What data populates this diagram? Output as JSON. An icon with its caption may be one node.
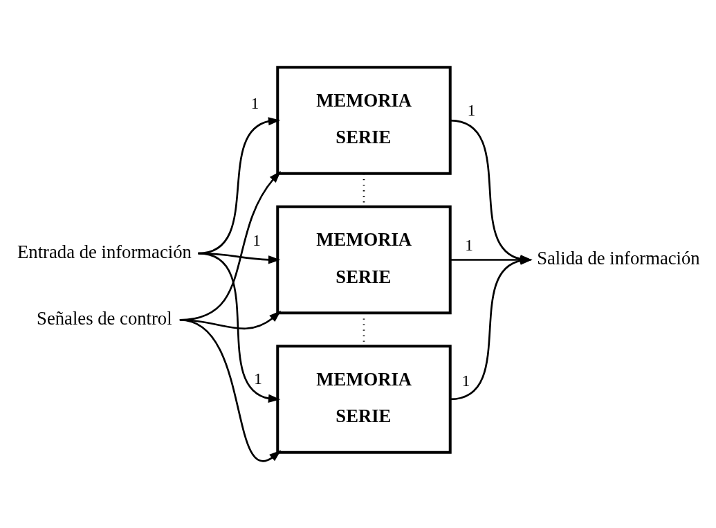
{
  "diagram": {
    "nodes": [
      {
        "text": [
          "Entrada de información"
        ]
      },
      {
        "text": [
          "MEMORIA SERIE"
        ]
      },
      {
        "text": [
          "MEMORIA SERIE"
        ]
      },
      {
        "text": [
          "MEMORIA SERIE"
        ]
      },
      {
        "text": [
          "Salida de información"
        ]
      },
      {
        "text": [
          "Señales de control"
        ]
      }
    ],
    "edges": [
      {
        "from": 0,
        "to": 1,
        "arrow": "to",
        "label": "1"
      },
      {
        "from": 0,
        "to": 2,
        "arrow": "to",
        "label": "1"
      },
      {
        "from": 0,
        "to": 3,
        "arrow": "to",
        "label": "1"
      },
      {
        "from": 1,
        "to": 4,
        "arrow": "to",
        "label": "1"
      },
      {
        "from": 2,
        "to": 4,
        "arrow": "to",
        "label": "1"
      },
      {
        "from": 3,
        "to": 4,
        "arrow": "to",
        "label": "1"
      },
      {
        "from": 5,
        "to": 1,
        "arrow": "to"
      },
      {
        "from": 5,
        "to": 2,
        "arrow": "to"
      },
      {
        "from": 5,
        "to": 3,
        "arrow": "to"
      },
      {
        "from": 1,
        "to": 2,
        "arrow": "none",
        "style": "dashed"
      },
      {
        "from": 2,
        "to": 3,
        "arrow": "none",
        "style": "dashed"
      }
    ]
  }
}
